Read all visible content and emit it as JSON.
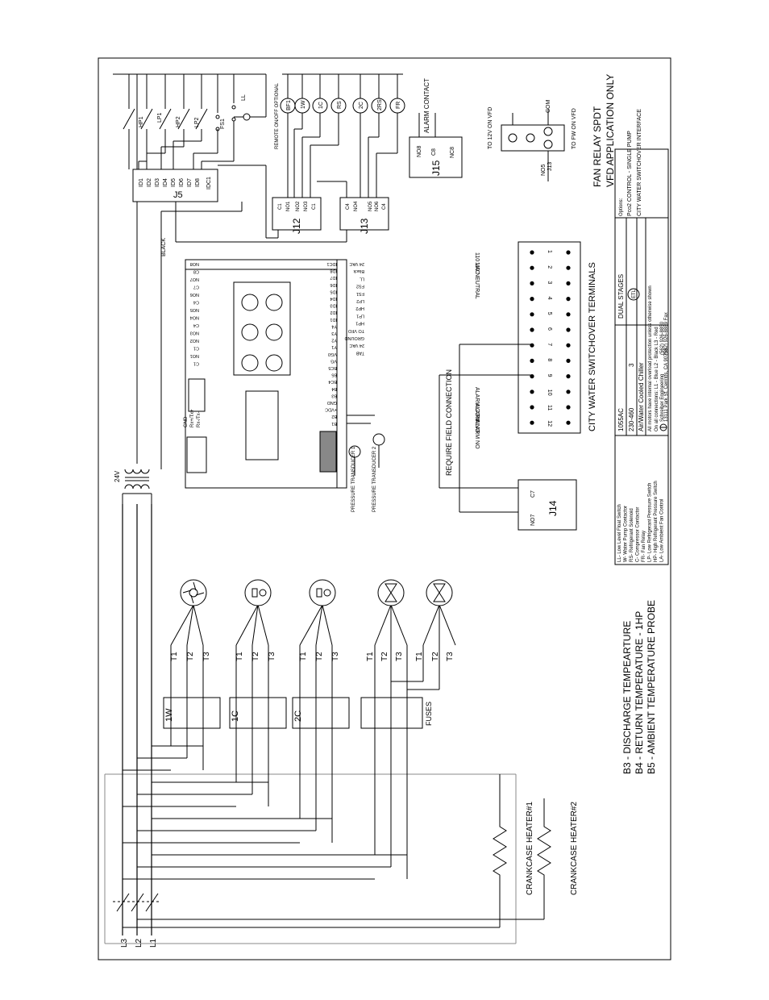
{
  "supply": {
    "lines": [
      "L3",
      "L2",
      "L1"
    ],
    "transformer": "24V",
    "black_wire": "BLACK"
  },
  "heaters": [
    "CRANKCASE HEATER#1",
    "CRANKCASE HEATER#2"
  ],
  "contactors": [
    {
      "label": "1W",
      "terminals": [
        "T1",
        "T2",
        "T3"
      ]
    },
    {
      "label": "1C",
      "terminals": [
        "T1",
        "T2",
        "T3"
      ]
    },
    {
      "label": "2C",
      "terminals": [
        "T1",
        "T2",
        "T3"
      ]
    }
  ],
  "fuses": {
    "label": "FUSES",
    "terminals_a": [
      "T1",
      "T2",
      "T3"
    ],
    "terminals_b": [
      "T1",
      "T2",
      "T3"
    ]
  },
  "probes": [
    "B3 - DISCHARGE TEMPEARTURE",
    "B4 - RETURN TEMPERATURE - 1HP",
    "B5 - AMBIENT TEMPERATURE PROBE"
  ],
  "controller": {
    "left_terminals": [
      "NO8",
      "C8",
      "NO7",
      "C7",
      "NO6",
      "C4",
      "NO5",
      "NO4",
      "C4",
      "NO3",
      "NO2",
      "C1",
      "NO1",
      "C1"
    ],
    "right_terminals": [
      "IDC1",
      "ID8",
      "ID7",
      "ID6",
      "ID5",
      "ID4",
      "ID3",
      "ID2",
      "ID1",
      "Y4",
      "Y3",
      "Y2",
      "Y1",
      "VG0",
      "VG",
      "BC5",
      "B5",
      "BC4",
      "B4",
      "B3",
      "GND",
      "+VDC",
      "B2",
      "B1"
    ],
    "right_labels": [
      "24 VAC",
      "Black",
      "LL",
      "FS2",
      "FS1",
      "LP2",
      "HP2",
      "LP1",
      "HP1",
      "TO VFD",
      "GROUND",
      "24 VAC",
      "TAB"
    ],
    "comm": [
      "Rx-/Tx-",
      "Rx+/Tx+",
      "GND"
    ],
    "pressure": [
      "PRESSURE TRANSDUCER 1",
      "PRESSURE TRANSDUCER 2"
    ]
  },
  "j5": {
    "label": "J5",
    "pins": [
      "ID1",
      "ID2",
      "ID3",
      "ID4",
      "ID5",
      "ID6",
      "ID7",
      "ID8",
      "IDC1"
    ],
    "switches": [
      "HP1",
      "LP1",
      "HP2",
      "LP2",
      "FS1",
      "LL"
    ],
    "remote_note": "REMOTE ON/OFF OPTIONAL"
  },
  "relay_loads": [
    "BF1",
    "1W",
    "1C",
    "RS",
    "2C",
    "2RS",
    "FR"
  ],
  "j12": {
    "label": "J12",
    "pins": [
      "C1",
      "NO1",
      "NO2",
      "NO3",
      "C1"
    ]
  },
  "j13": {
    "label": "J13",
    "pins": [
      "C4",
      "NO4",
      "NO5",
      "NO6",
      "C4"
    ]
  },
  "j15": {
    "label": "J15",
    "pins": [
      "NO8",
      "C8",
      "NC8"
    ],
    "alarm": "ALARM CONTACT"
  },
  "fan_relay": {
    "com": "COM",
    "no": "NO5",
    "jlabel": "J13",
    "to_12v": "TO 12V ON VFD",
    "to_fw": "TO FW ON VFD",
    "title1": "FAN RELAY SPDT",
    "title2": "VFD APPLICATION ONLY"
  },
  "city_terminals": {
    "title": "CITY WATER SWITCHOVER TERMINALS",
    "numbers": [
      "1",
      "2",
      "3",
      "4",
      "5",
      "6",
      "7",
      "8",
      "9",
      "10",
      "11",
      "12"
    ],
    "labels": [
      "110 VAC",
      "110 NEUTRAL",
      "ALARM COM",
      "ALARM NO",
      "ALARM NO"
    ],
    "require": "REQUIRE FIELD CONNECTION"
  },
  "j14": {
    "label": "J14",
    "pins": [
      "C7",
      "NO7"
    ]
  },
  "legend": [
    "LL- Low Level Float Switch",
    "W- Water Pump Contactor",
    "RS- Refrigerant Solenoid",
    "C- Compressor Contactor",
    "FR- Fan Relay",
    "LP- Low Refrigerant Pressure Switch",
    "HP- High Refrigerant Pressure Switch",
    "LA- Low Ambient Fan Control"
  ],
  "title_block": {
    "model": "1055AC",
    "voltage": "230-460",
    "phase": "3",
    "type": "Air/Water Cooled Chiller",
    "stages": "DUAL STAGES",
    "note1": "All motors have internal overload protection unless otherwise shown",
    "note2": "On all connections: L1 - Blue  L2 - Black  L3 - Red",
    "company": "Schreiber Engineering",
    "address": "13111 Park St.  Cerritos, CA 90703",
    "phone": "(562) 926-8850",
    "fax": "(562) 926-8889 Fax",
    "options": "Options:",
    "option1": "Pco2 CONTROL - SINGLE PUMP",
    "option2": "CITY WATER SWITCHOVER INTERFACE"
  }
}
